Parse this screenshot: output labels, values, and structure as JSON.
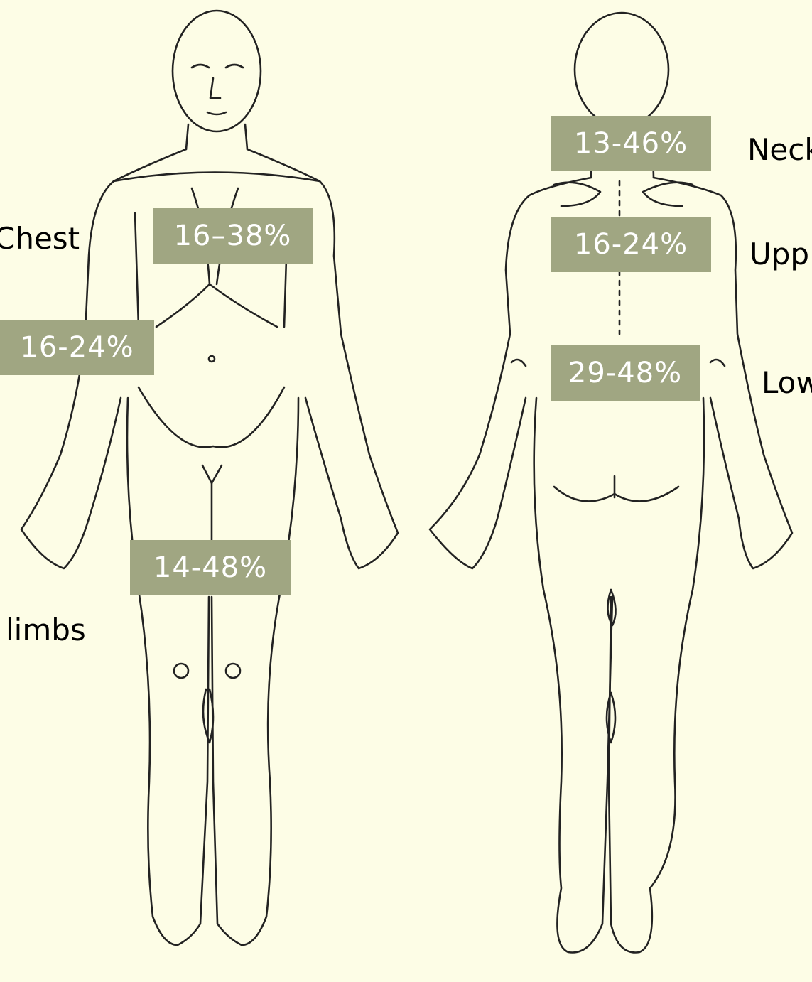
{
  "figure": {
    "background_color": "#fdfde6",
    "badge_color": "#a0a682",
    "front_view": {
      "badges": {
        "chest": "16–38%",
        "abdomen": "16-24%",
        "limbs": "14-48%"
      },
      "labels": {
        "chest": "Chest",
        "limbs": "limbs"
      }
    },
    "back_view": {
      "badges": {
        "neck": "13-46%",
        "upper_back": "16-24%",
        "lower_back": "29-48%"
      },
      "labels": {
        "neck": "Neck",
        "upper_back": "Upp",
        "lower_back": "Low"
      }
    }
  }
}
